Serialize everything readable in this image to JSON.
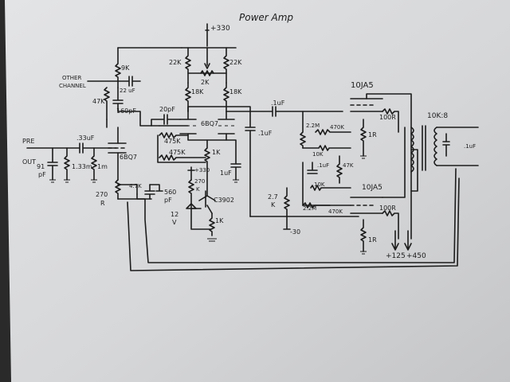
{
  "title": "Power Amp",
  "supply": {
    "b330": "+330",
    "b125": "+125",
    "b450": "+450",
    "neg30": "-30"
  },
  "tubes": {
    "v1": "6BQ7",
    "v2": "6BQ7",
    "p1": "10JA5",
    "p2": "10JA5"
  },
  "transformer": {
    "ratio": "10K:8"
  },
  "transistor": {
    "label": "C3902"
  },
  "input": {
    "label1": "PRE",
    "label2": "OUT"
  },
  "other_channel": {
    "line1": "OTHER",
    "line2": "CHANNEL"
  },
  "labels": {
    "r22k_left": "22K",
    "r22k_right": "22K",
    "r2k": "2K",
    "r18k_left": "18K",
    "r18k_right": "18K",
    "r9k": "9K",
    "c22uf": "22 uF",
    "r47k": "47K",
    "c160pf": "160pF",
    "c33uf": ".33uF",
    "c91pf_a": "91",
    "c91pf_b": "pF",
    "r133m": "1.33m",
    "r1m": "1m",
    "r270": "270",
    "rR": "R",
    "r47k_c": "4.7K",
    "c560pf_a": "560",
    "c560pf_b": "pF",
    "c20pf": "20pF",
    "r475k_a": "475K",
    "r475k_b": "475K",
    "r1k_a": "1K",
    "c1uf_a": "1uF",
    "e330": "+330",
    "r270k_a": "270",
    "r270k_b": "K",
    "r1k_b": "1K",
    "z12v_a": "12",
    "z12v_b": "V",
    "c1uf_b": ".1uF",
    "c1uf_c": ".1uF",
    "r22m_a": "2.2M",
    "r470k_a": "470K",
    "r10k_a": "10K",
    "c1uf_d": ".1uF",
    "r47k_d": "47K",
    "r27k_a": "2.7",
    "r27k_b": "K",
    "r10k_b": "10K",
    "r22m_b": "2.2M",
    "r470k_b": "470K",
    "r100r_a": "100R",
    "r1r_a": "1R",
    "r100r_b": "100R",
    "r1r_b": "1R",
    "c1uf_e": ".1uF"
  }
}
